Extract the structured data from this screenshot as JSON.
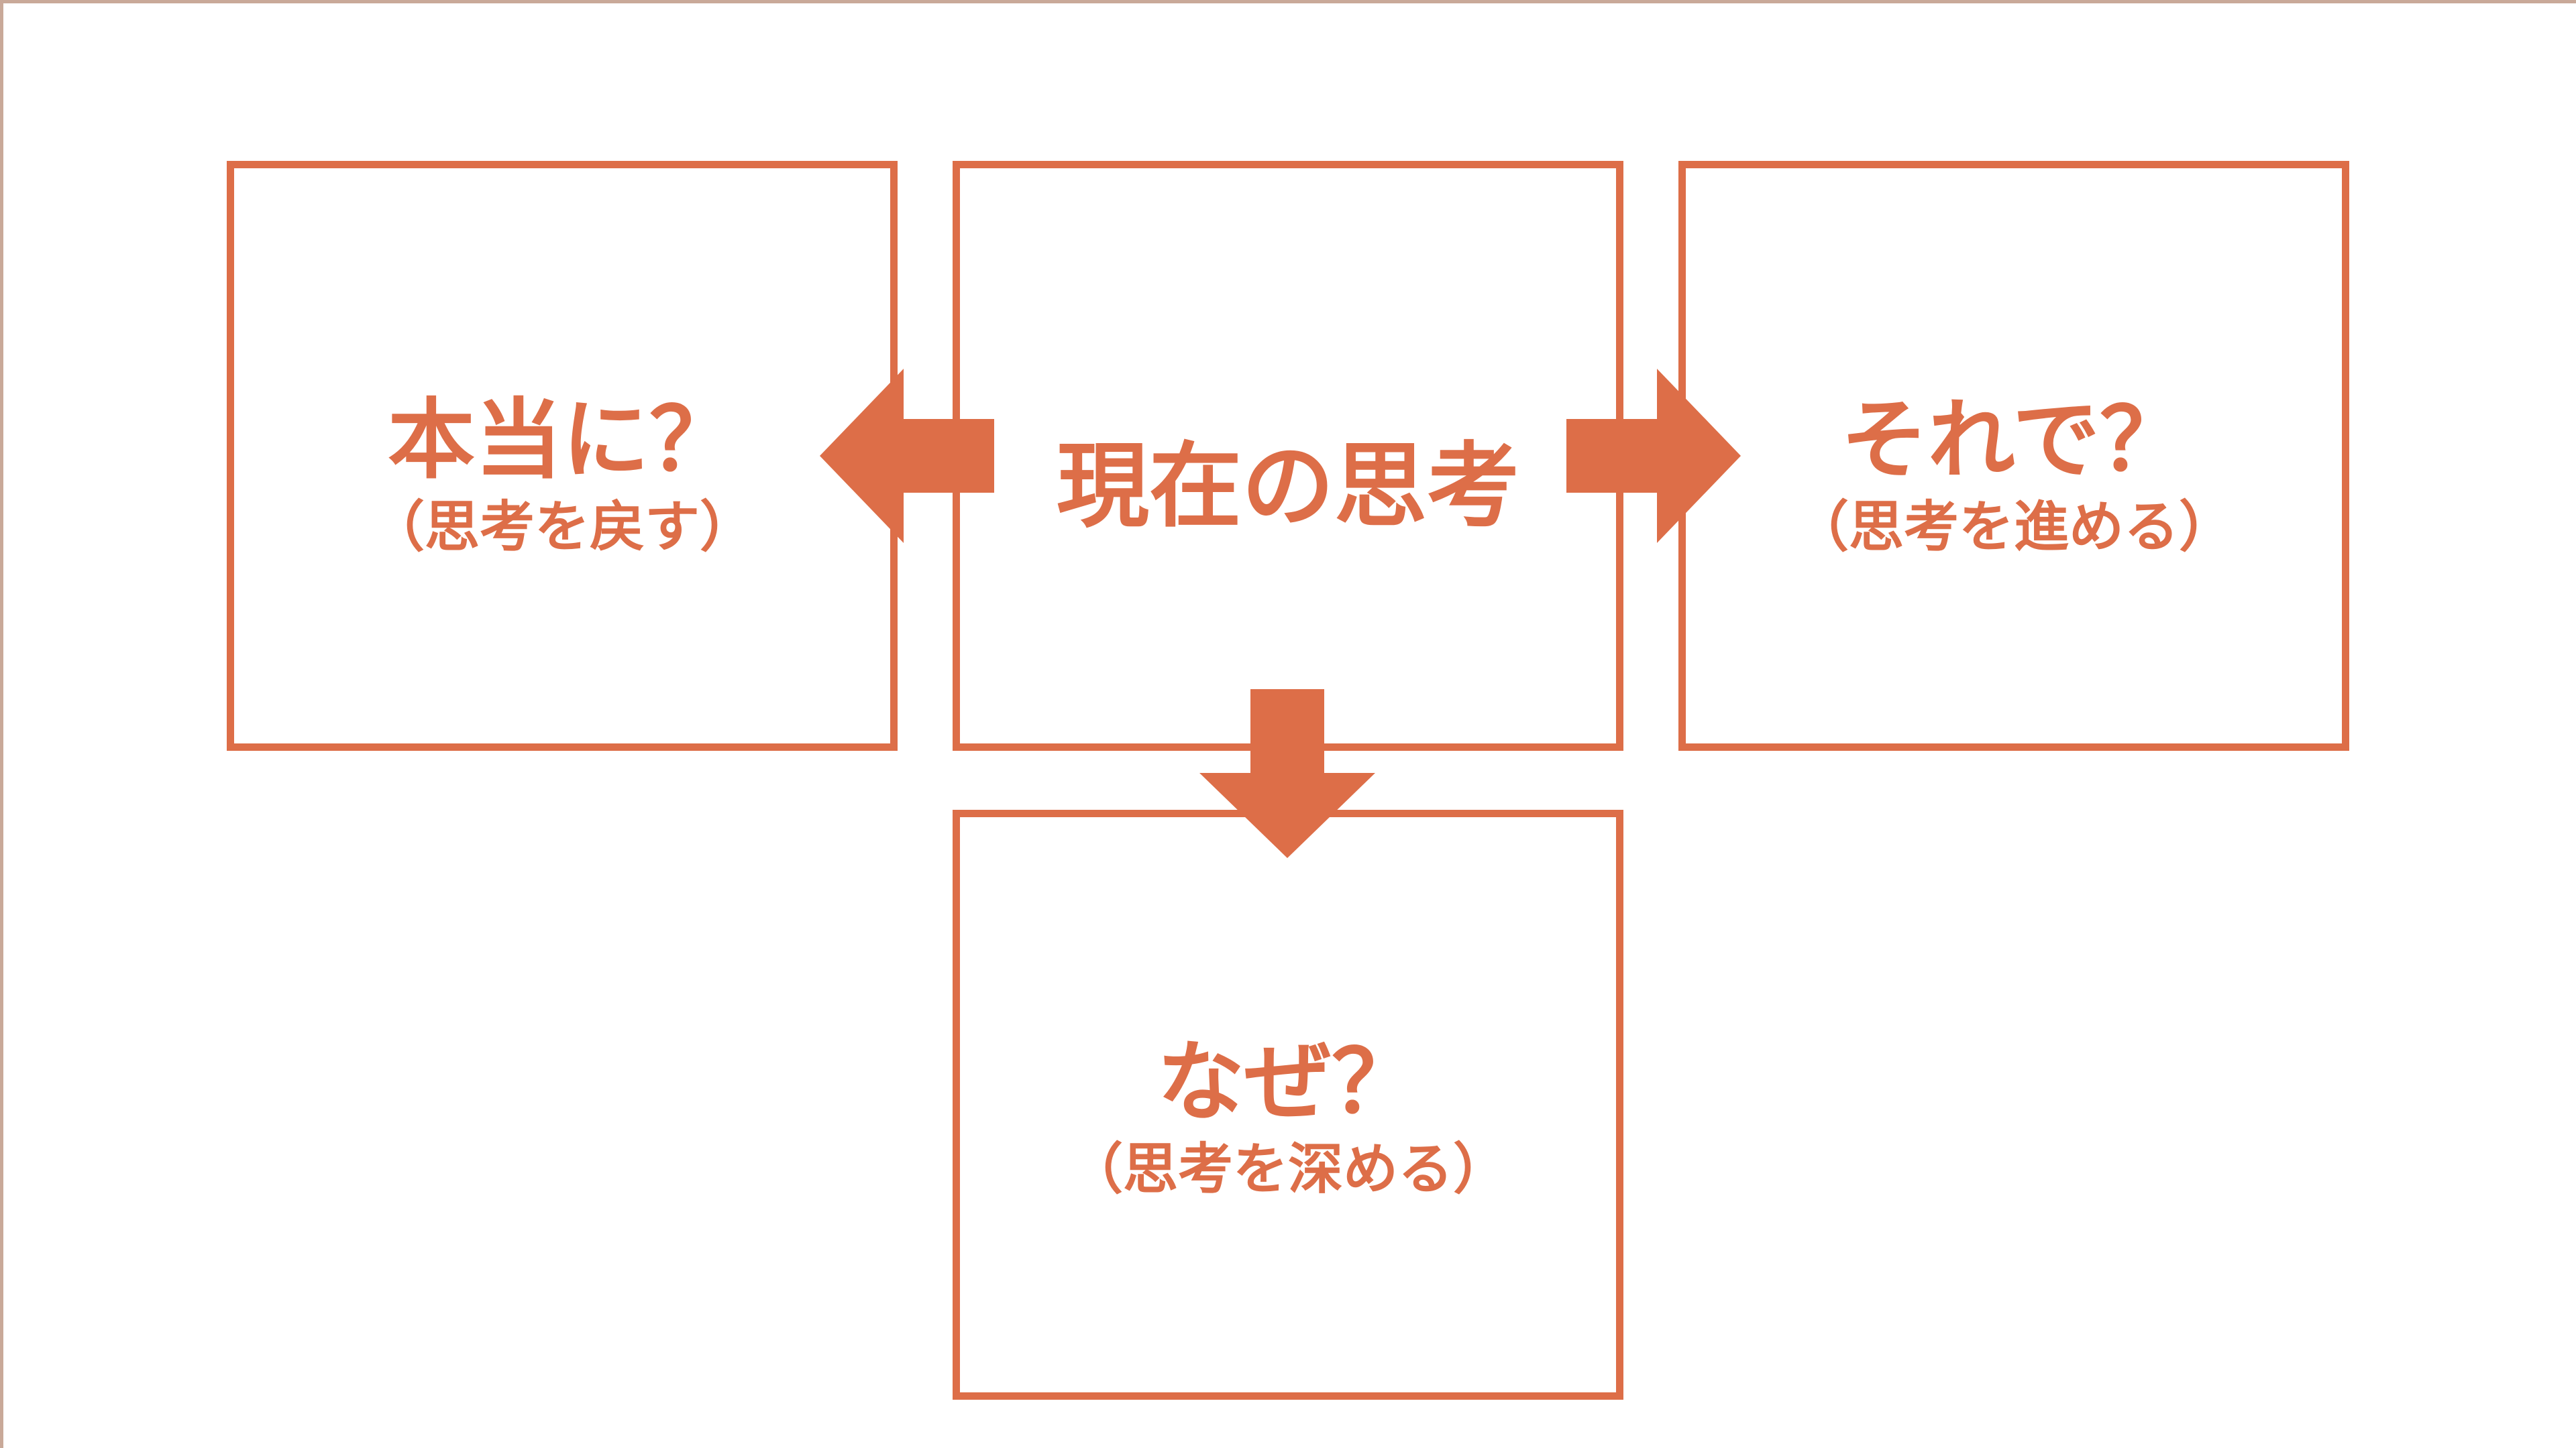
{
  "diagram": {
    "colors": {
      "accent": "#dd6e48",
      "background": "#ffffff"
    },
    "center": {
      "text": "現在の思考"
    },
    "left": {
      "title": "本当に？",
      "subtitle": "（思考を戻す）"
    },
    "right": {
      "title": "それで？",
      "subtitle": "（思考を進める）"
    },
    "bottom": {
      "title": "なぜ？",
      "subtitle": "（思考を深める）"
    }
  }
}
